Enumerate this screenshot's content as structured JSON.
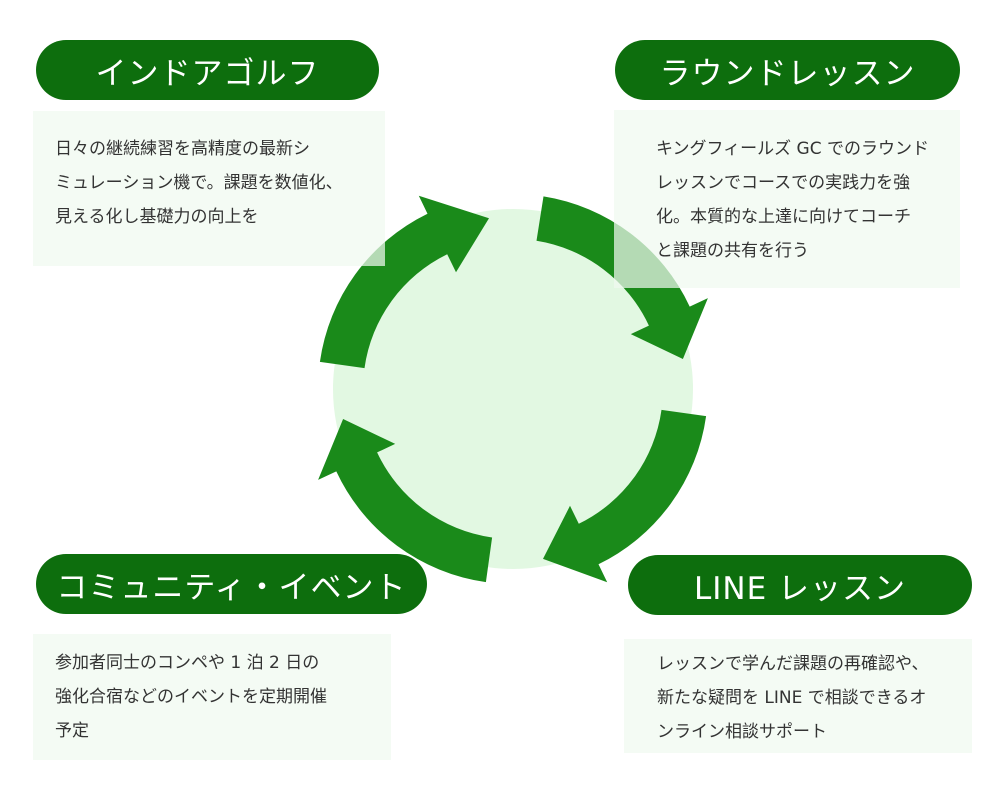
{
  "colors": {
    "pill_bg": "#0d6e0d",
    "pill_text": "#ffffff",
    "arrow": "#1a8a1a",
    "center_circle": "#e2f8e2",
    "box_bg": "#f0faf0",
    "body_text": "#333333"
  },
  "nodes": {
    "indoor": {
      "title": "インドアゴルフ",
      "description": "日々の継続練習を高精度の最新シ\nミュレーション機で。課題を数値化、\n見える化し基礎力の向上を"
    },
    "round": {
      "title": "ラウンドレッスン",
      "description": "キングフィールズ GC でのラウンド\nレッスンでコースでの実践力を強\n化。本質的な上達に向けてコーチ\nと課題の共有を行う"
    },
    "community": {
      "title": "コミュニティ・イベント",
      "description": "参加者同士のコンペや 1 泊 2 日の\n強化合宿などのイベントを定期開催\n予定"
    },
    "line": {
      "title": "LINE レッスン",
      "description": "レッスンで学んだ課題の再確認や、\n新たな疑問を LINE で相談できるオ\nンライン相談サポート"
    }
  },
  "cycle_arrows": [
    {
      "from": "indoor",
      "to": "round",
      "icon": "arrow-clockwise-icon"
    },
    {
      "from": "round",
      "to": "line",
      "icon": "arrow-clockwise-icon"
    },
    {
      "from": "line",
      "to": "community",
      "icon": "arrow-clockwise-icon"
    },
    {
      "from": "community",
      "to": "indoor",
      "icon": "arrow-clockwise-icon"
    }
  ]
}
